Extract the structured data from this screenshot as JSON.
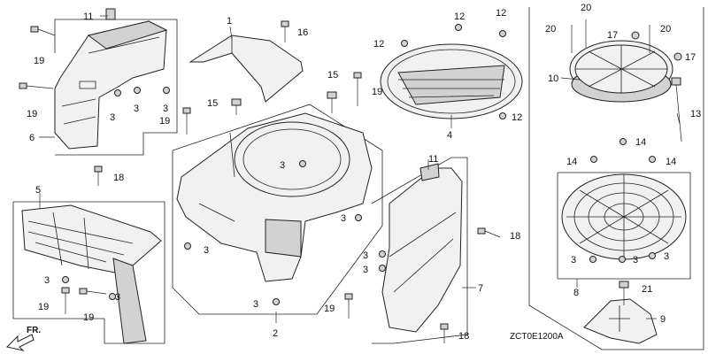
{
  "diagram": {
    "code": "ZCT0E1200A",
    "direction_label": "FR.",
    "callouts": [
      "1",
      "2",
      "3",
      "4",
      "5",
      "6",
      "7",
      "8",
      "9",
      "10",
      "11",
      "12",
      "13",
      "14",
      "15",
      "16",
      "17",
      "18",
      "19",
      "20",
      "21"
    ]
  }
}
